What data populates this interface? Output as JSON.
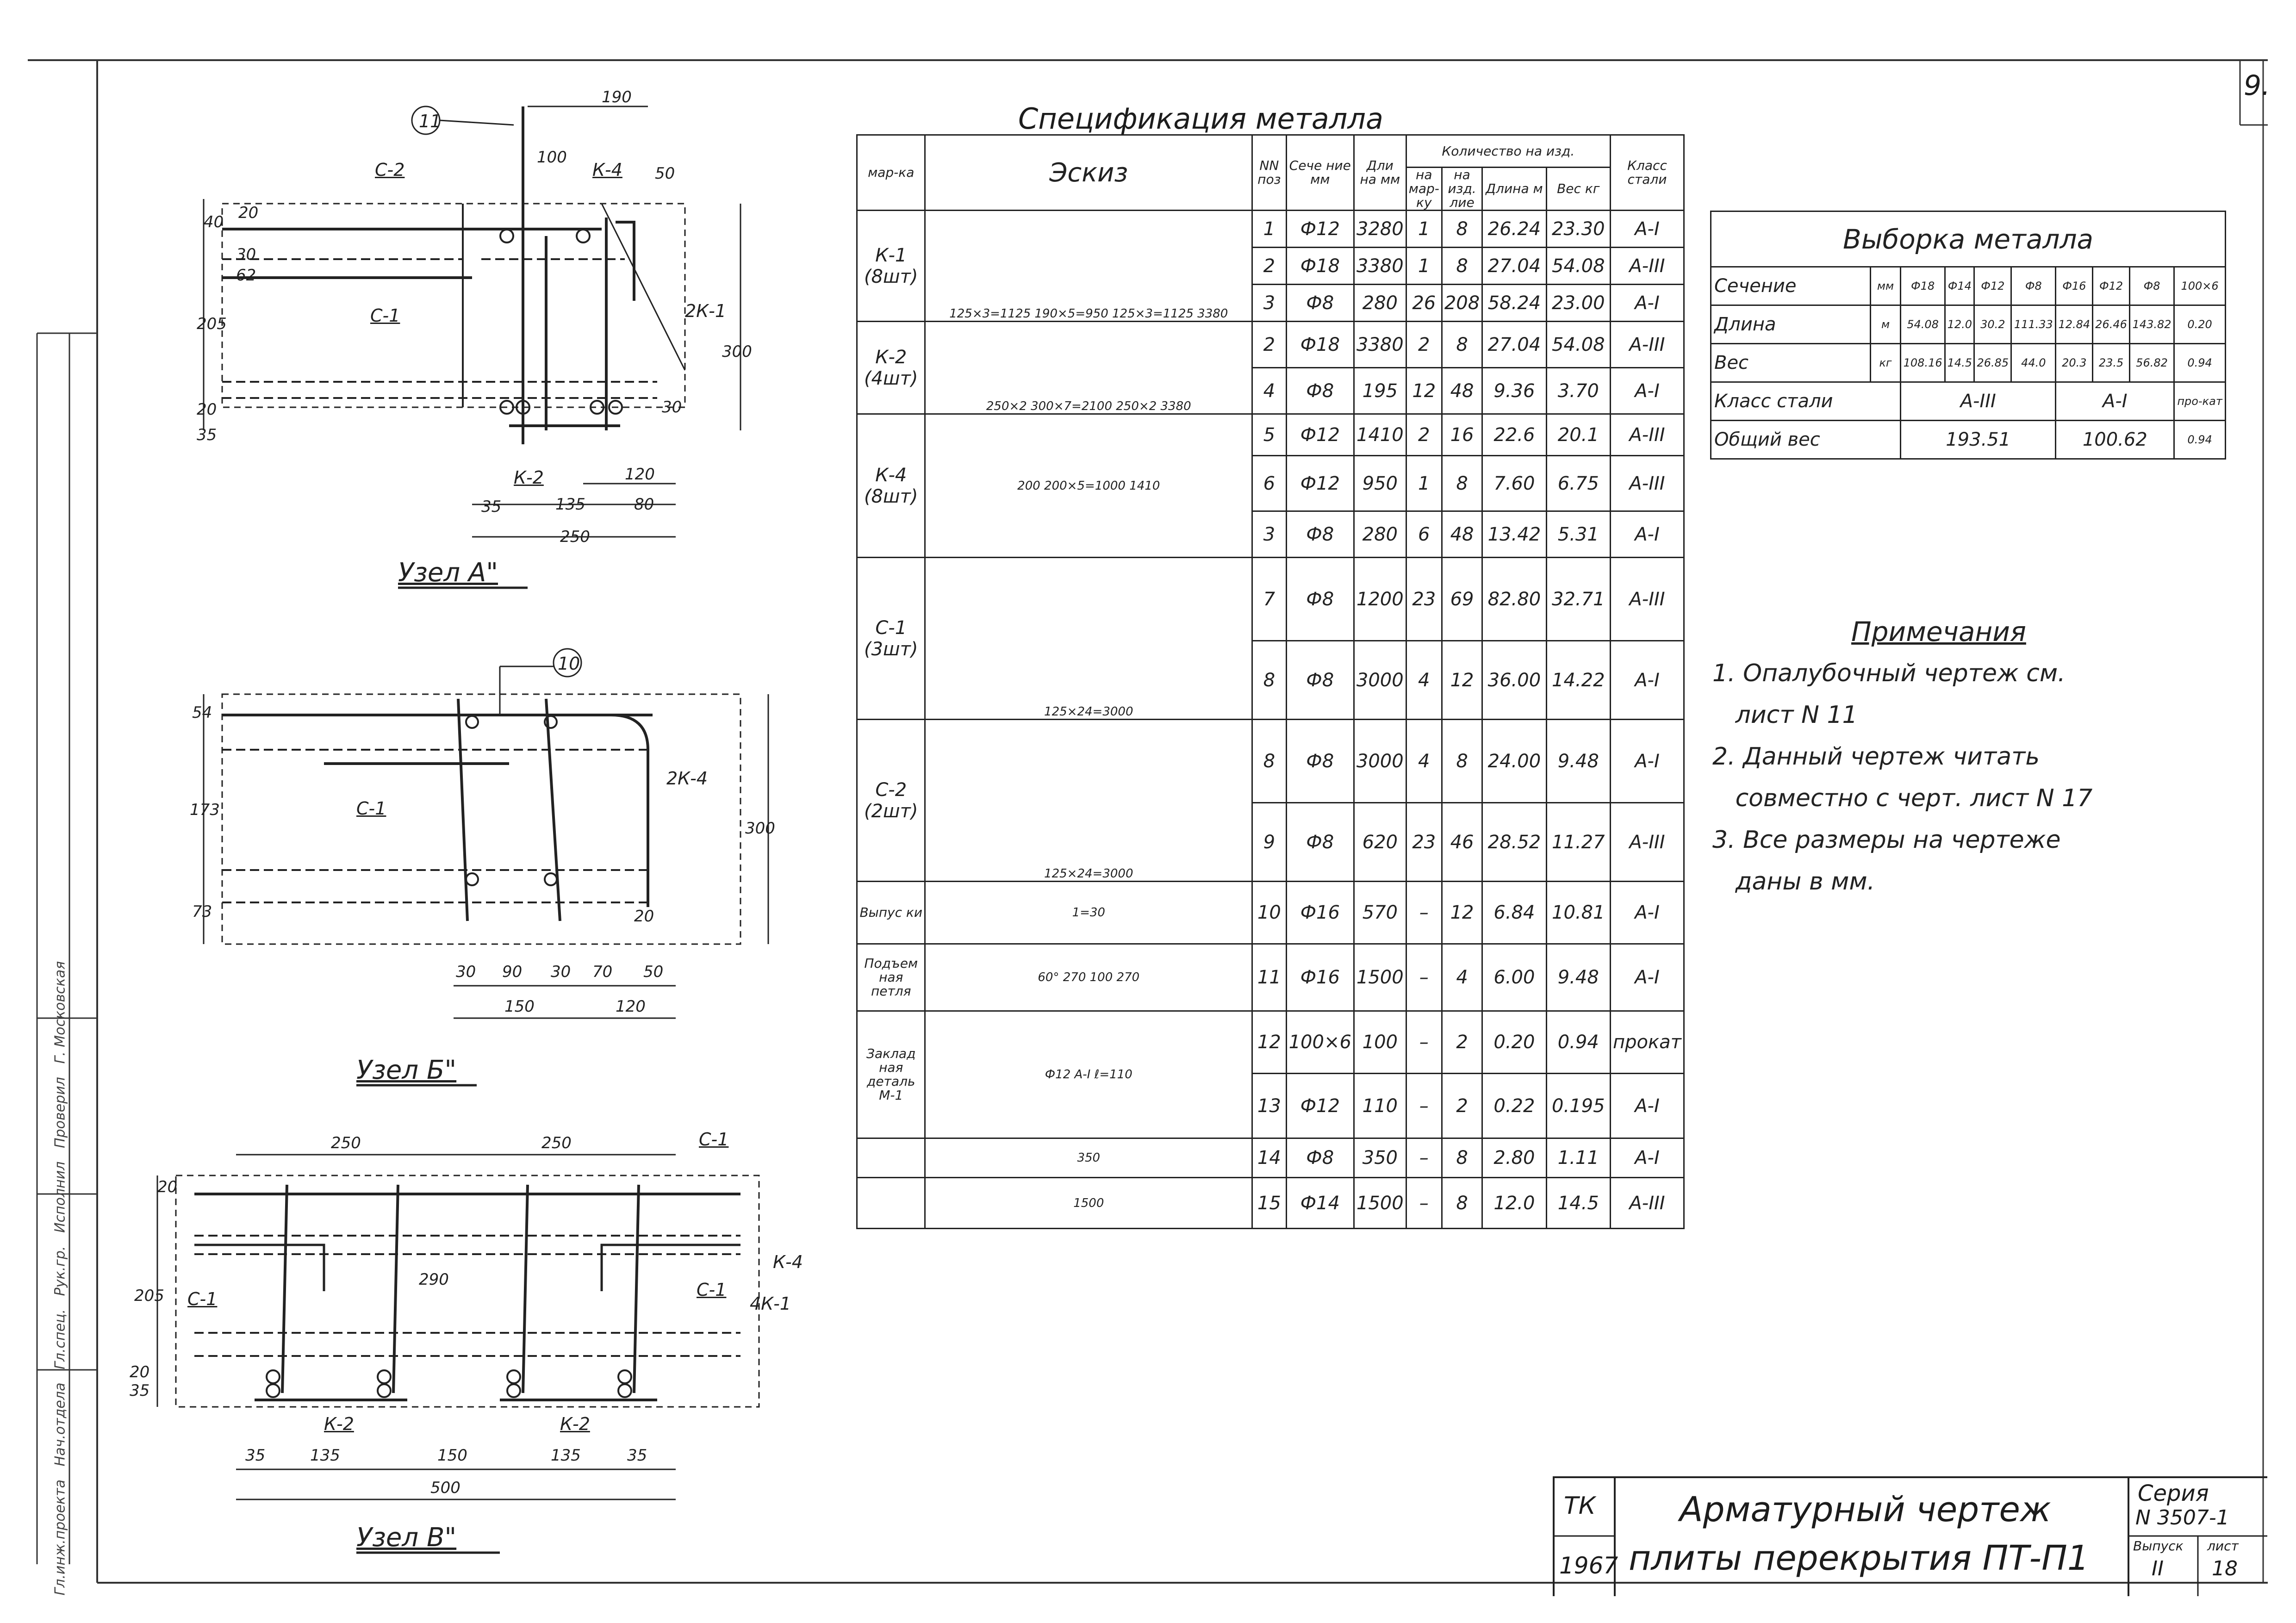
{
  "sheet_number": "9.",
  "stamp": {
    "lines": [
      "Гл.инж.проекта",
      "Нач.отдела",
      "Гл.спец.",
      "Рук.гр.",
      "Исполнил",
      "Проверил",
      "Г. Московская"
    ]
  },
  "drawings": {
    "uzel_a": {
      "caption": "Узел А\"",
      "callout": "11",
      "labels": [
        "С-2",
        "К-4",
        "С-1",
        "2К-1",
        "К-2"
      ],
      "dims": [
        "190",
        "100",
        "50",
        "40",
        "20",
        "30",
        "62",
        "205",
        "300",
        "35",
        "20",
        "30",
        "120",
        "35",
        "135",
        "80",
        "250"
      ]
    },
    "uzel_b": {
      "caption": "Узел Б\"",
      "callout": "10",
      "labels": [
        "С-1",
        "2К-4"
      ],
      "dims": [
        "54",
        "173",
        "73",
        "300",
        "20",
        "30",
        "90",
        "30",
        "70",
        "50",
        "150",
        "120"
      ]
    },
    "uzel_v": {
      "caption": "Узел В\"",
      "labels": [
        "С-1",
        "К-4",
        "С-1",
        "С-1",
        "4К-1",
        "К-2",
        "К-2"
      ],
      "dims": [
        "250",
        "250",
        "20",
        "205",
        "35",
        "20",
        "290",
        "35",
        "135",
        "150",
        "135",
        "35",
        "500"
      ]
    }
  },
  "spec": {
    "title": "Спецификация металла",
    "headers": {
      "marka": "мар-ка",
      "eskiz": "Эскиз",
      "nn": "NN поз",
      "sechenie": "Сече ние мм",
      "dlina": "Дли на мм",
      "kolichestvo": "Количество на изд.",
      "na_marku": "на мар-ку",
      "na_izdelie": "на изд. лие",
      "dlina_m": "Длина м",
      "ves": "Вес кг",
      "klass": "Класс стали"
    },
    "groups": [
      {
        "mark": "К-1",
        "count": "(8шт)",
        "sketch": "125×3=1125   190×5=950   125×3=1125   3380"
      },
      {
        "mark": "К-2",
        "count": "(4шт)",
        "sketch": "250×2   300×7=2100   250×2   3380"
      },
      {
        "mark": "К-4",
        "count": "(8шт)",
        "sketch": "200   200×5=1000   1410"
      },
      {
        "mark": "С-1",
        "count": "(3шт)",
        "sketch": "125×24=3000"
      },
      {
        "mark": "С-2",
        "count": "(2шт)",
        "sketch": "125×24=3000"
      },
      {
        "mark": "Выпус ки",
        "count": "",
        "sketch": "1=30"
      },
      {
        "mark": "Подъем ная петля",
        "count": "",
        "sketch": "60°   270  100  270"
      },
      {
        "mark": "Заклад ная деталь М-1",
        "count": "",
        "sketch": "Ф12 А-I  ℓ=110"
      },
      {
        "mark": "",
        "count": "",
        "sketch": "350"
      },
      {
        "mark": "",
        "count": "",
        "sketch": "1500"
      }
    ],
    "rows": [
      [
        "1",
        "Ф12",
        "3280",
        "1",
        "8",
        "26.24",
        "23.30",
        "А-I"
      ],
      [
        "2",
        "Ф18",
        "3380",
        "1",
        "8",
        "27.04",
        "54.08",
        "А-III"
      ],
      [
        "3",
        "Ф8",
        "280",
        "26",
        "208",
        "58.24",
        "23.00",
        "А-I"
      ],
      [
        "2",
        "Ф18",
        "3380",
        "2",
        "8",
        "27.04",
        "54.08",
        "А-III"
      ],
      [
        "4",
        "Ф8",
        "195",
        "12",
        "48",
        "9.36",
        "3.70",
        "А-I"
      ],
      [
        "5",
        "Ф12",
        "1410",
        "2",
        "16",
        "22.6",
        "20.1",
        "А-III"
      ],
      [
        "6",
        "Ф12",
        "950",
        "1",
        "8",
        "7.60",
        "6.75",
        "А-III"
      ],
      [
        "3",
        "Ф8",
        "280",
        "6",
        "48",
        "13.42",
        "5.31",
        "А-I"
      ],
      [
        "7",
        "Ф8",
        "1200",
        "23",
        "69",
        "82.80",
        "32.71",
        "А-III"
      ],
      [
        "8",
        "Ф8",
        "3000",
        "4",
        "12",
        "36.00",
        "14.22",
        "А-I"
      ],
      [
        "8",
        "Ф8",
        "3000",
        "4",
        "8",
        "24.00",
        "9.48",
        "А-I"
      ],
      [
        "9",
        "Ф8",
        "620",
        "23",
        "46",
        "28.52",
        "11.27",
        "А-III"
      ],
      [
        "10",
        "Ф16",
        "570",
        "–",
        "12",
        "6.84",
        "10.81",
        "А-I"
      ],
      [
        "11",
        "Ф16",
        "1500",
        "–",
        "4",
        "6.00",
        "9.48",
        "А-I"
      ],
      [
        "12",
        "100×6",
        "100",
        "–",
        "2",
        "0.20",
        "0.94",
        "прокат"
      ],
      [
        "13",
        "Ф12",
        "110",
        "–",
        "2",
        "0.22",
        "0.195",
        "А-I"
      ],
      [
        "14",
        "Ф8",
        "350",
        "–",
        "8",
        "2.80",
        "1.11",
        "А-I"
      ],
      [
        "15",
        "Ф14",
        "1500",
        "–",
        "8",
        "12.0",
        "14.5",
        "А-III"
      ]
    ]
  },
  "selection": {
    "title": "Выборка металла",
    "sechenie_label": "Сечение",
    "unit_mm": "мм",
    "sections": [
      "Ф18",
      "Ф14",
      "Ф12",
      "Ф8",
      "Ф16",
      "Ф12",
      "Ф8",
      "100×6"
    ],
    "dlina_label": "Длина",
    "unit_m": "м",
    "dlina": [
      "54.08",
      "12.0",
      "30.2",
      "111.33",
      "12.84",
      "26.46",
      "143.82",
      "0.20"
    ],
    "ves_label": "Вес",
    "unit_kg": "кг",
    "ves": [
      "108.16",
      "14.5",
      "26.85",
      "44.0",
      "20.3",
      "23.5",
      "56.82",
      "0.94"
    ],
    "klass_label": "Класс стали",
    "klass": [
      "А-III",
      "А-I",
      "про-кат"
    ],
    "total_label": "Общий вес",
    "total": [
      "193.51",
      "100.62",
      "0.94"
    ]
  },
  "notes": {
    "title": "Примечания",
    "items": [
      "1. Опалубочный чертеж см.",
      "   лист N 11",
      "2. Данный чертеж читать",
      "   совместно с черт. лист N 17",
      "3. Все размеры на чертеже",
      "   даны в мм."
    ]
  },
  "title_block": {
    "org": "ТК",
    "year": "1967",
    "title_line1": "Арматурный чертеж",
    "title_line2": "плиты перекрытия ПТ-П1",
    "series_label": "Серия",
    "series": "N 3507-1",
    "vypusk_label": "Выпуск",
    "vypusk": "II",
    "list_label": "лист",
    "list": "18"
  }
}
